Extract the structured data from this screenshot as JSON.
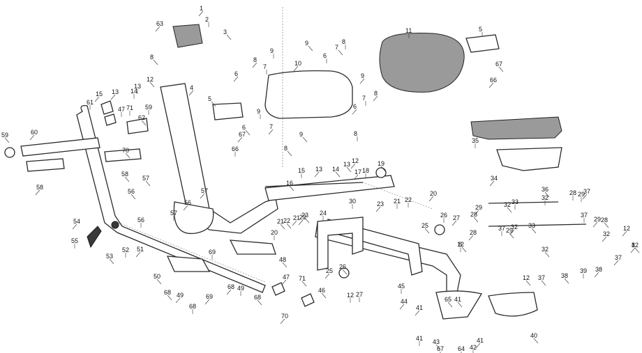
{
  "callouts": [
    "1",
    "2",
    "3",
    "4",
    "5",
    "5",
    "6",
    "6",
    "6",
    "6",
    "7",
    "7",
    "7",
    "7",
    "8",
    "8",
    "8",
    "8",
    "8",
    "8",
    "8",
    "8",
    "9",
    "9",
    "9",
    "9",
    "9",
    "10",
    "11",
    "12",
    "12",
    "12",
    "12",
    "12",
    "12",
    "12",
    "13",
    "13",
    "13",
    "13",
    "14",
    "14",
    "15",
    "15",
    "16",
    "17",
    "18",
    "19",
    "20",
    "20",
    "21",
    "21",
    "21",
    "22",
    "22",
    "22",
    "23",
    "23",
    "24",
    "25",
    "25",
    "26",
    "26",
    "27",
    "27",
    "28",
    "28",
    "28",
    "28",
    "29",
    "29",
    "29",
    "29",
    "30",
    "32",
    "32",
    "32",
    "32",
    "32",
    "33",
    "33",
    "34",
    "35",
    "36",
    "37",
    "37",
    "37",
    "37",
    "37",
    "38",
    "38",
    "39",
    "40",
    "41",
    "41",
    "41",
    "41",
    "42",
    "43",
    "44",
    "45",
    "46",
    "47",
    "47",
    "48",
    "49",
    "49",
    "50",
    "51",
    "52",
    "53",
    "54",
    "55",
    "56",
    "56",
    "56",
    "57",
    "57",
    "57",
    "58",
    "58",
    "59",
    "59",
    "60",
    "61",
    "62",
    "63",
    "64",
    "65",
    "66",
    "66",
    "67",
    "67",
    "67",
    "68",
    "68",
    "68",
    "68",
    "69",
    "69",
    "70",
    "70",
    "71",
    "71"
  ],
  "colors": {
    "line": "#2a2a2a",
    "fill": "#ffffff",
    "dark": "#3a3a3a",
    "text": "#111111"
  }
}
